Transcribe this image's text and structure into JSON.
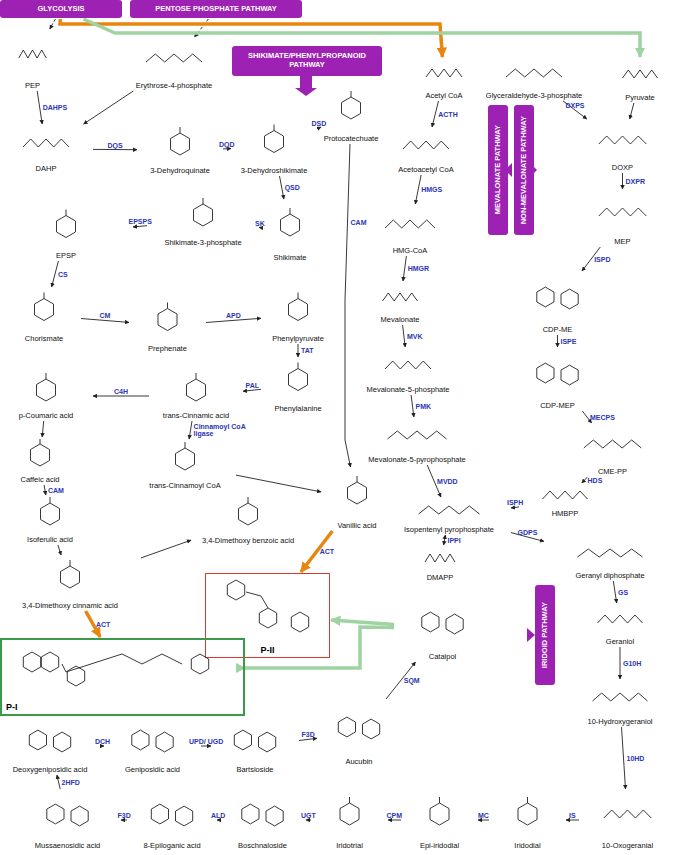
{
  "diagram": {
    "nodes": [
      {
        "text": [
          "GLYCOLYSIS"
        ]
      },
      {
        "text": [
          "PENTOSE PHOSPHATE PATHWAY"
        ]
      },
      {
        "text": [
          "SHIKIMATE/PHENYLPROPANOID PATHWAY"
        ]
      },
      {
        "text": [
          "MEVALONATE PATHWAY"
        ]
      },
      {
        "text": [
          "NON-MEVALONATE PATHWAY"
        ]
      },
      {
        "text": [
          "IRIDOID PATHWAY"
        ]
      },
      {
        "text": [
          "PEP"
        ]
      },
      {
        "text": [
          "Erythrose-4-phosphate"
        ]
      },
      {
        "text": [
          "DAHP"
        ]
      },
      {
        "text": [
          "3-Dehydroquinate"
        ]
      },
      {
        "text": [
          "3-Dehydroshikimate"
        ]
      },
      {
        "text": [
          "Protocatechuate"
        ]
      },
      {
        "text": [
          "Shikimate-3-phosphate"
        ]
      },
      {
        "text": [
          "Shikimate"
        ]
      },
      {
        "text": [
          "EPSP"
        ]
      },
      {
        "text": [
          "Chorismate"
        ]
      },
      {
        "text": [
          "Prephenate"
        ]
      },
      {
        "text": [
          "Phenylpyruvate"
        ]
      },
      {
        "text": [
          "Phenylalanine"
        ]
      },
      {
        "text": [
          "trans-Cinnamic acid"
        ]
      },
      {
        "text": [
          "p-Coumaric acid"
        ]
      },
      {
        "text": [
          "Caffeic acid"
        ]
      },
      {
        "text": [
          "Isoferulic acid"
        ]
      },
      {
        "text": [
          "3,4-Dimethoxy cinnamic acid"
        ]
      },
      {
        "text": [
          "trans-Cinnamoyl CoA"
        ]
      },
      {
        "text": [
          "3,4-Dimethoxy benzoic acid"
        ]
      },
      {
        "text": [
          "Vanillic acid"
        ]
      },
      {
        "text": [
          "P-II"
        ]
      },
      {
        "text": [
          "P-I"
        ]
      },
      {
        "text": [
          "Acetyl CoA"
        ]
      },
      {
        "text": [
          "Acetoacetyl CoA"
        ]
      },
      {
        "text": [
          "HMG-CoA"
        ]
      },
      {
        "text": [
          "Mevalonate"
        ]
      },
      {
        "text": [
          "Mevalonate-5-phosphate"
        ]
      },
      {
        "text": [
          "Mevalonate-5-pyrophosphate"
        ]
      },
      {
        "text": [
          "Isopentenyl pyrophosphate"
        ]
      },
      {
        "text": [
          "DMAPP"
        ]
      },
      {
        "text": [
          "Glyceraldehyde-3-phosphate"
        ]
      },
      {
        "text": [
          "Pyruvate"
        ]
      },
      {
        "text": [
          "DOXP"
        ]
      },
      {
        "text": [
          "MEP"
        ]
      },
      {
        "text": [
          "CDP-ME"
        ]
      },
      {
        "text": [
          "CDP-MEP"
        ]
      },
      {
        "text": [
          "CME-PP"
        ]
      },
      {
        "text": [
          "HMBPP"
        ]
      },
      {
        "text": [
          "Geranyl diphosphate"
        ]
      },
      {
        "text": [
          "Geraniol"
        ]
      },
      {
        "text": [
          "10-Hydroxygeraniol"
        ]
      },
      {
        "text": [
          "10-Oxogeranial"
        ]
      },
      {
        "text": [
          "Iridodial"
        ]
      },
      {
        "text": [
          "Epi-iridodial"
        ]
      },
      {
        "text": [
          "Iridotrial"
        ]
      },
      {
        "text": [
          "Boschnaloside"
        ]
      },
      {
        "text": [
          "8-Epiloganic acid"
        ]
      },
      {
        "text": [
          "Mussaenosidic acid"
        ]
      },
      {
        "text": [
          "Deoxygeniposidic acid"
        ]
      },
      {
        "text": [
          "Geniposidic acid"
        ]
      },
      {
        "text": [
          "Bartsioside"
        ]
      },
      {
        "text": [
          "Aucubin"
        ]
      },
      {
        "text": [
          "Catalpol"
        ]
      }
    ],
    "edges": [
      {
        "from": 0,
        "to": 6,
        "arrow": "to"
      },
      {
        "from": 1,
        "to": 7,
        "arrow": "to"
      },
      {
        "from": 0,
        "to": 29,
        "arrow": "to"
      },
      {
        "from": 0,
        "to": 38,
        "arrow": "to"
      },
      {
        "from": 6,
        "to": 8,
        "label": "DAHPS",
        "arrow": "to"
      },
      {
        "from": 7,
        "to": 8,
        "arrow": "to"
      },
      {
        "from": 8,
        "to": 9,
        "label": "DQS",
        "arrow": "to"
      },
      {
        "from": 9,
        "to": 10,
        "label": "DQD",
        "arrow": "to"
      },
      {
        "from": 10,
        "to": 11,
        "label": "DSD",
        "arrow": "to"
      },
      {
        "from": 10,
        "to": 13,
        "label": "QSD",
        "arrow": "to"
      },
      {
        "from": 13,
        "to": 12,
        "label": "SK",
        "arrow": "to"
      },
      {
        "from": 12,
        "to": 14,
        "label": "EPSPS",
        "arrow": "to"
      },
      {
        "from": 14,
        "to": 15,
        "label": "CS",
        "arrow": "to"
      },
      {
        "from": 15,
        "to": 16,
        "label": "CM",
        "arrow": "to"
      },
      {
        "from": 16,
        "to": 17,
        "label": "APD",
        "arrow": "to"
      },
      {
        "from": 17,
        "to": 18,
        "label": "TAT",
        "arrow": "to"
      },
      {
        "from": 18,
        "to": 19,
        "label": "PAL",
        "arrow": "to"
      },
      {
        "from": 19,
        "to": 20,
        "label": "C4H",
        "arrow": "to"
      },
      {
        "from": 19,
        "to": 24,
        "label": "Cinnamoyl CoA ligase",
        "arrow": "to"
      },
      {
        "from": 20,
        "to": 21,
        "arrow": "to"
      },
      {
        "from": 21,
        "to": 22,
        "label": "CAM",
        "arrow": "to"
      },
      {
        "from": 22,
        "to": 23,
        "arrow": "to"
      },
      {
        "from": 23,
        "to": 25,
        "arrow": "to"
      },
      {
        "from": 24,
        "to": 26,
        "arrow": "to"
      },
      {
        "from": 11,
        "to": 26,
        "label": "CAM",
        "arrow": "to"
      },
      {
        "from": 26,
        "to": 27,
        "label": "ACT",
        "arrow": "to"
      },
      {
        "from": 59,
        "to": 27,
        "arrow": "to"
      },
      {
        "from": 23,
        "to": 28,
        "label": "ACT",
        "arrow": "to"
      },
      {
        "from": 59,
        "to": 28,
        "arrow": "to"
      },
      {
        "from": 29,
        "to": 30,
        "label": "ACTH",
        "arrow": "to"
      },
      {
        "from": 30,
        "to": 31,
        "label": "HMGS",
        "arrow": "to"
      },
      {
        "from": 31,
        "to": 32,
        "label": "HMGR",
        "arrow": "to"
      },
      {
        "from": 32,
        "to": 33,
        "label": "MVK",
        "arrow": "to"
      },
      {
        "from": 33,
        "to": 34,
        "label": "PMK",
        "arrow": "to"
      },
      {
        "from": 34,
        "to": 35,
        "label": "MVDD",
        "arrow": "to"
      },
      {
        "from": 37,
        "to": 39,
        "label": "DXPS",
        "arrow": "to"
      },
      {
        "from": 38,
        "to": 39,
        "arrow": "to"
      },
      {
        "from": 39,
        "to": 40,
        "label": "DXPR",
        "arrow": "to"
      },
      {
        "from": 40,
        "to": 41,
        "label": "ISPD",
        "arrow": "to"
      },
      {
        "from": 41,
        "to": 42,
        "label": "ISPE",
        "arrow": "to"
      },
      {
        "from": 42,
        "to": 43,
        "label": "MECPS",
        "arrow": "to"
      },
      {
        "from": 43,
        "to": 44,
        "label": "HDS",
        "arrow": "to"
      },
      {
        "from": 44,
        "to": 35,
        "label": "ISPH",
        "arrow": "to"
      },
      {
        "from": 35,
        "to": 36,
        "label": "IPPI",
        "arrow": "both"
      },
      {
        "from": 35,
        "to": 45,
        "label": "GDPS",
        "arrow": "to"
      },
      {
        "from": 45,
        "to": 46,
        "label": "GS",
        "arrow": "to"
      },
      {
        "from": 46,
        "to": 47,
        "label": "G10H",
        "arrow": "to"
      },
      {
        "from": 47,
        "to": 48,
        "label": "10HD",
        "arrow": "to"
      },
      {
        "from": 48,
        "to": 49,
        "label": "IS",
        "arrow": "to"
      },
      {
        "from": 49,
        "to": 50,
        "label": "MC",
        "arrow": "to"
      },
      {
        "from": 50,
        "to": 51,
        "label": "CPM",
        "arrow": "to"
      },
      {
        "from": 51,
        "to": 52,
        "label": "UGT",
        "arrow": "to"
      },
      {
        "from": 52,
        "to": 53,
        "label": "ALD",
        "arrow": "to"
      },
      {
        "from": 53,
        "to": 54,
        "label": "F3D",
        "arrow": "to"
      },
      {
        "from": 54,
        "to": 55,
        "label": "2HFD",
        "arrow": "to"
      },
      {
        "from": 55,
        "to": 56,
        "label": "DCH",
        "arrow": "to"
      },
      {
        "from": 56,
        "to": 57,
        "label": "UPD/ UGD",
        "arrow": "to"
      },
      {
        "from": 57,
        "to": 58,
        "label": "F3D",
        "arrow": "to"
      },
      {
        "from": 58,
        "to": 59,
        "label": "SQM",
        "arrow": "to"
      }
    ]
  }
}
